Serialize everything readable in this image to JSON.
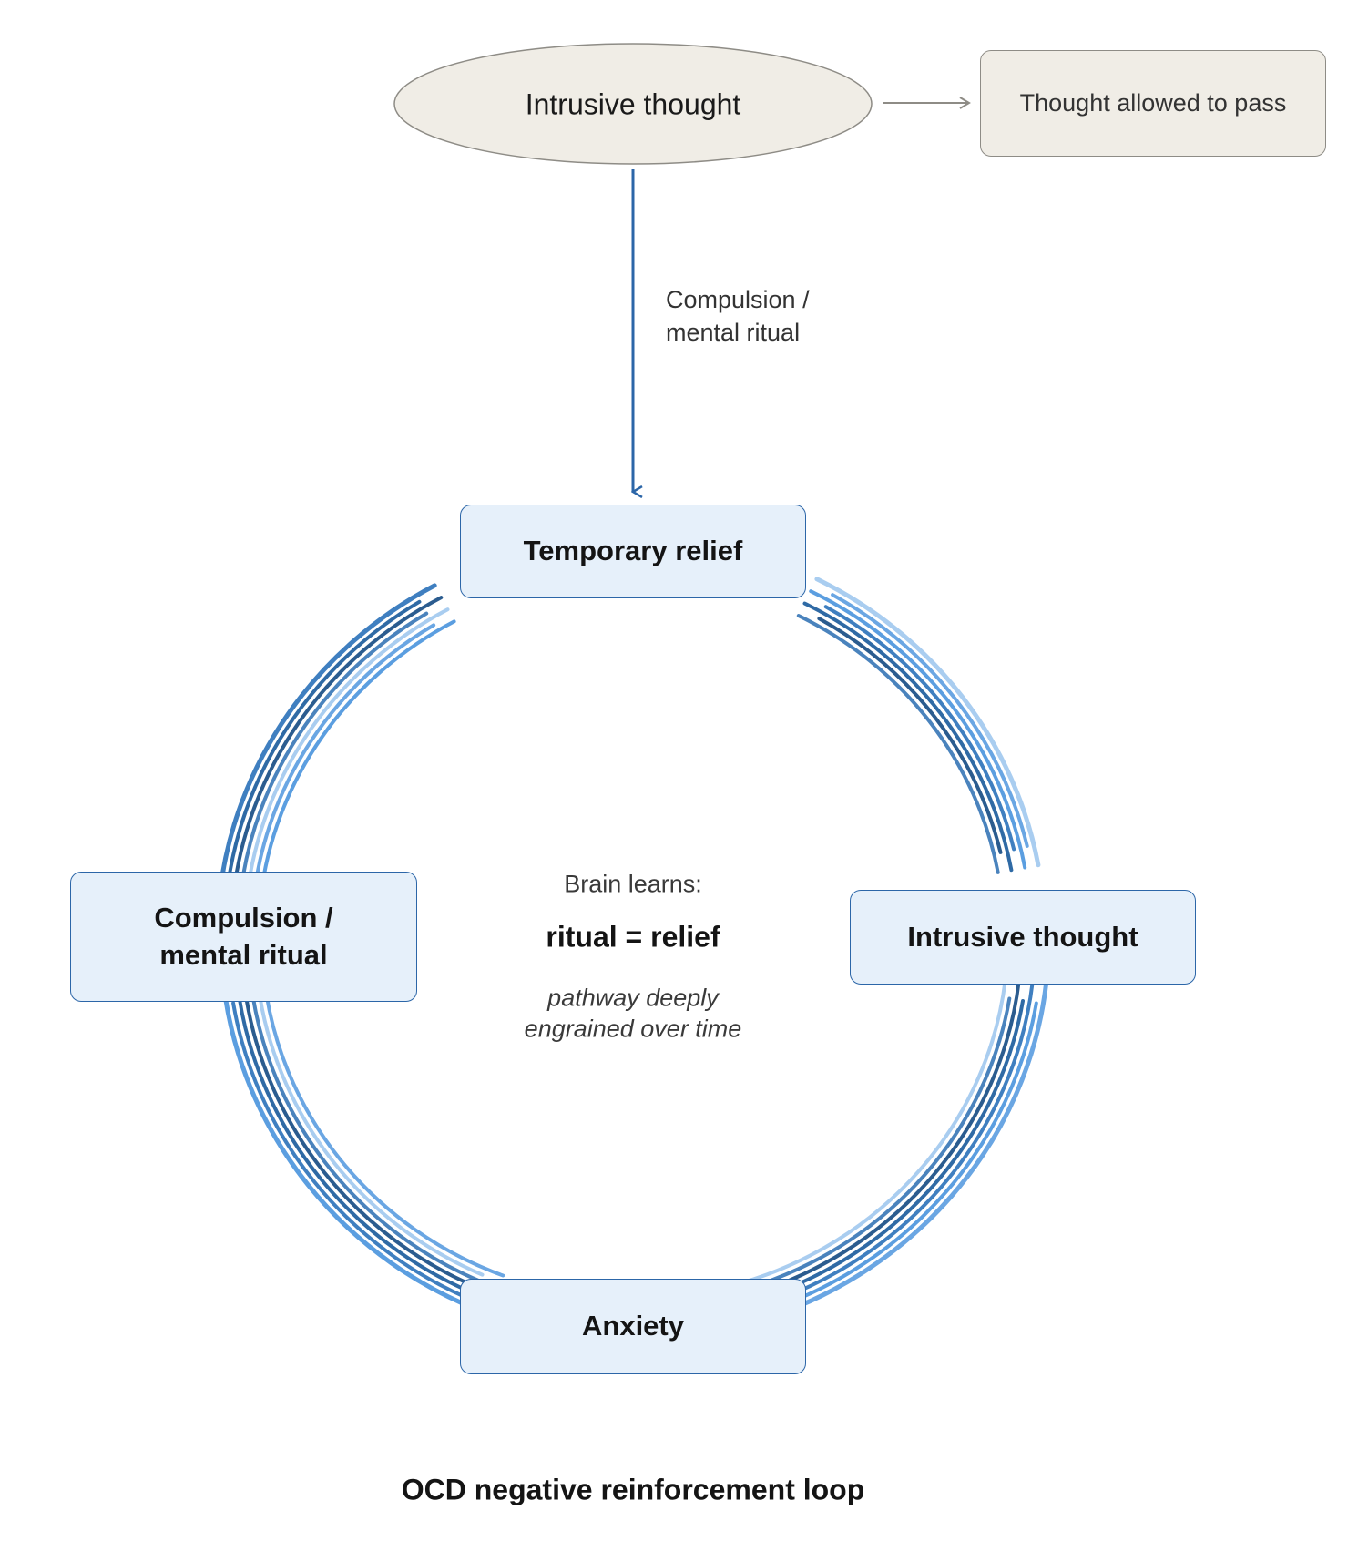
{
  "diagram": {
    "title": "OCD negative reinforcement loop",
    "top": {
      "trigger_node": "Intrusive thought",
      "alternative_node": "Thought allowed to pass",
      "down_edge_label_line1": "Compulsion /",
      "down_edge_label_line2": "mental ritual"
    },
    "loop": {
      "nodes": {
        "top": "Temporary relief",
        "right": "Intrusive thought",
        "bottom": "Anxiety",
        "left_line1": "Compulsion /",
        "left_line2": "mental ritual"
      },
      "center": {
        "intro": "Brain learns:",
        "equation": "ritual = relief",
        "note_line1": "pathway deeply",
        "note_line2": "engrained over time"
      },
      "stroke_colors": [
        "#a9cdf0",
        "#6aa6e3",
        "#5b9ee0",
        "#3f7fc0",
        "#2f6aa5",
        "#2b5c8f",
        "#4a83bd"
      ]
    },
    "colors": {
      "accent": "#2c66a8",
      "loop_fill": "#e6f0fa",
      "neutral_fill": "#f0ede6",
      "neutral_stroke": "#8e8c86"
    }
  }
}
